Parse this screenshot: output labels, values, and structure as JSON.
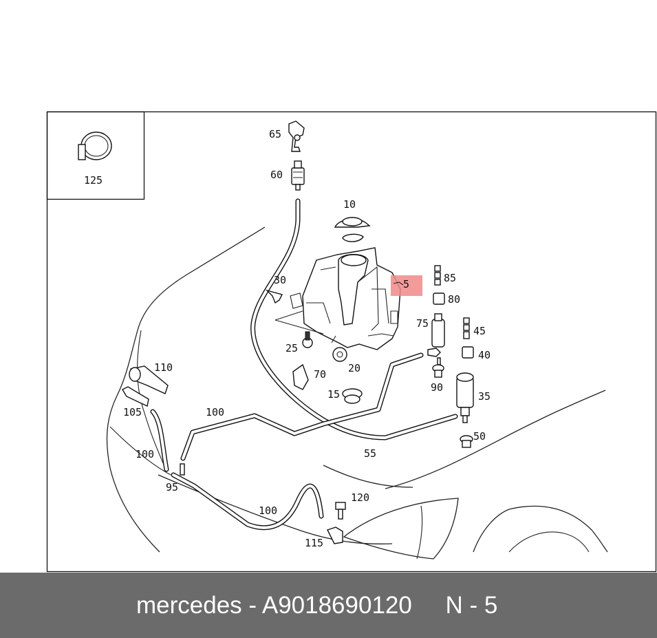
{
  "diagram": {
    "callouts": [
      {
        "id": "c10",
        "text": "10"
      },
      {
        "id": "c65",
        "text": "65"
      },
      {
        "id": "c60",
        "text": "60"
      },
      {
        "id": "c125",
        "text": "125"
      },
      {
        "id": "c30",
        "text": "30"
      },
      {
        "id": "c5",
        "text": "5"
      },
      {
        "id": "c85",
        "text": "85"
      },
      {
        "id": "c80",
        "text": "80"
      },
      {
        "id": "c75",
        "text": "75"
      },
      {
        "id": "c45",
        "text": "45"
      },
      {
        "id": "c40",
        "text": "40"
      },
      {
        "id": "c25",
        "text": "25"
      },
      {
        "id": "c20",
        "text": "20"
      },
      {
        "id": "c110",
        "text": "110"
      },
      {
        "id": "c70",
        "text": "70"
      },
      {
        "id": "c90",
        "text": "90"
      },
      {
        "id": "c35",
        "text": "35"
      },
      {
        "id": "c15",
        "text": "15"
      },
      {
        "id": "c105",
        "text": "105"
      },
      {
        "id": "c100a",
        "text": "100"
      },
      {
        "id": "c100b",
        "text": "100"
      },
      {
        "id": "c100c",
        "text": "100"
      },
      {
        "id": "c55",
        "text": "55"
      },
      {
        "id": "c50",
        "text": "50"
      },
      {
        "id": "c95",
        "text": "95"
      },
      {
        "id": "c120",
        "text": "120"
      },
      {
        "id": "c115",
        "text": "115"
      }
    ],
    "highlight_color": "#f08a8a"
  },
  "footer": {
    "text": "mercedes - A9018690120     N - 5",
    "background": "#6b6b6b"
  }
}
